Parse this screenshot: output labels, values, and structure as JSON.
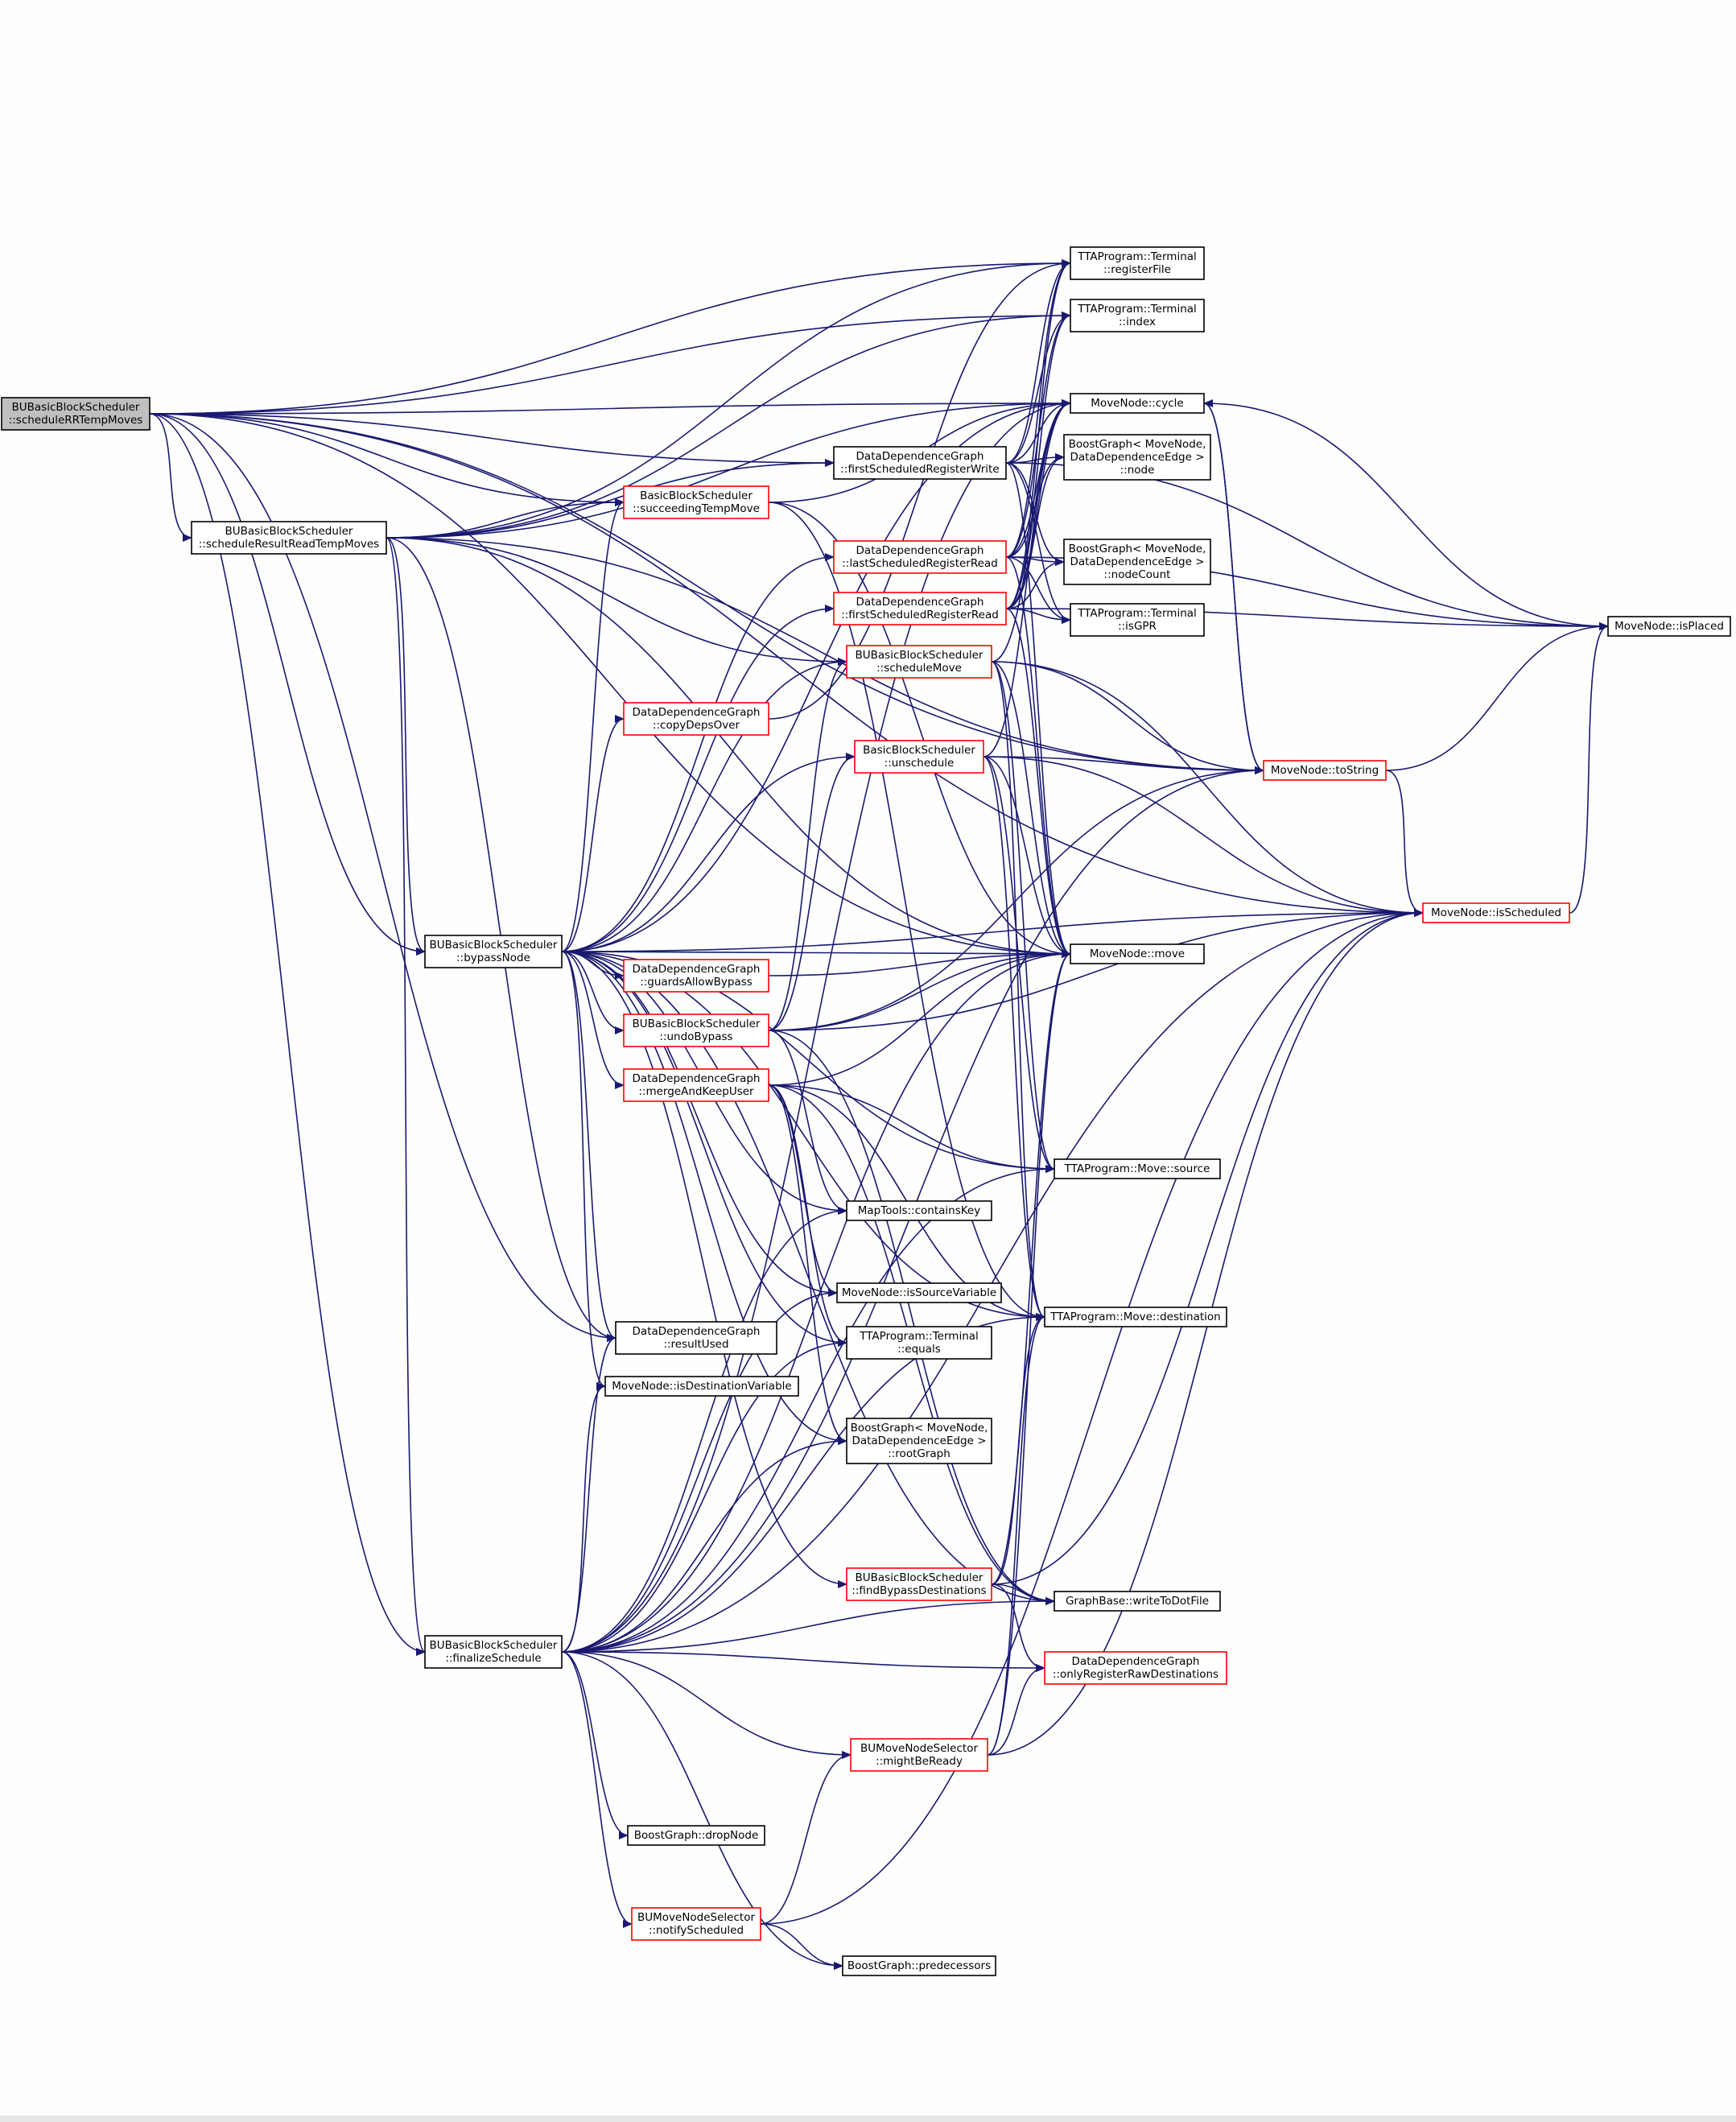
{
  "colors": {
    "background": "#fefefe",
    "edge": "#191970",
    "node_border_default": "#000000",
    "node_border_truncated": "#ff0000",
    "root_fill": "#bfbfbf",
    "node_fill": "#ffffff",
    "text": "#000000"
  },
  "nodes": [
    {
      "id": "root",
      "lines": [
        "BUBasicBlockScheduler",
        "::scheduleRRTempMoves"
      ],
      "style": "root"
    },
    {
      "id": "scheduleResultReadTempMoves",
      "lines": [
        "BUBasicBlockScheduler",
        "::scheduleResultReadTempMoves"
      ],
      "style": "black"
    },
    {
      "id": "bypassNode",
      "lines": [
        "BUBasicBlockScheduler",
        "::bypassNode"
      ],
      "style": "black"
    },
    {
      "id": "finalizeSchedule",
      "lines": [
        "BUBasicBlockScheduler",
        "::finalizeSchedule"
      ],
      "style": "black"
    },
    {
      "id": "succeedingTempMove",
      "lines": [
        "BasicBlockScheduler",
        "::succeedingTempMove"
      ],
      "style": "red"
    },
    {
      "id": "copyDepsOver",
      "lines": [
        "DataDependenceGraph",
        "::copyDepsOver"
      ],
      "style": "red"
    },
    {
      "id": "guardsAllowBypass",
      "lines": [
        "DataDependenceGraph",
        "::guardsAllowBypass"
      ],
      "style": "red"
    },
    {
      "id": "undoBypass",
      "lines": [
        "BUBasicBlockScheduler",
        "::undoBypass"
      ],
      "style": "red"
    },
    {
      "id": "mergeAndKeepUser",
      "lines": [
        "DataDependenceGraph",
        "::mergeAndKeepUser"
      ],
      "style": "red"
    },
    {
      "id": "resultUsed",
      "lines": [
        "DataDependenceGraph",
        "::resultUsed"
      ],
      "style": "black"
    },
    {
      "id": "isDestinationVariable",
      "lines": [
        "MoveNode::isDestinationVariable"
      ],
      "style": "black"
    },
    {
      "id": "dropNode",
      "lines": [
        "BoostGraph::dropNode"
      ],
      "style": "black"
    },
    {
      "id": "notifyScheduled",
      "lines": [
        "BUMoveNodeSelector",
        "::notifyScheduled"
      ],
      "style": "red"
    },
    {
      "id": "firstScheduledRegisterWrite",
      "lines": [
        "DataDependenceGraph",
        "::firstScheduledRegisterWrite"
      ],
      "style": "black"
    },
    {
      "id": "lastScheduledRegisterRead",
      "lines": [
        "DataDependenceGraph",
        "::lastScheduledRegisterRead"
      ],
      "style": "red"
    },
    {
      "id": "firstScheduledRegisterRead",
      "lines": [
        "DataDependenceGraph",
        "::firstScheduledRegisterRead"
      ],
      "style": "red"
    },
    {
      "id": "scheduleMove",
      "lines": [
        "BUBasicBlockScheduler",
        "::scheduleMove"
      ],
      "style": "red"
    },
    {
      "id": "unschedule",
      "lines": [
        "BasicBlockScheduler",
        "::unschedule"
      ],
      "style": "red"
    },
    {
      "id": "containsKey",
      "lines": [
        "MapTools::containsKey"
      ],
      "style": "black"
    },
    {
      "id": "isSourceVariable",
      "lines": [
        "MoveNode::isSourceVariable"
      ],
      "style": "black"
    },
    {
      "id": "equals",
      "lines": [
        "TTAProgram::Terminal",
        "::equals"
      ],
      "style": "black"
    },
    {
      "id": "rootGraph",
      "lines": [
        "BoostGraph< MoveNode,",
        "DataDependenceEdge >",
        "::rootGraph"
      ],
      "style": "black"
    },
    {
      "id": "findBypassDestinations",
      "lines": [
        "BUBasicBlockScheduler",
        "::findBypassDestinations"
      ],
      "style": "red"
    },
    {
      "id": "mightBeReady",
      "lines": [
        "BUMoveNodeSelector",
        "::mightBeReady"
      ],
      "style": "red"
    },
    {
      "id": "predecessors",
      "lines": [
        "BoostGraph::predecessors"
      ],
      "style": "black"
    },
    {
      "id": "registerFile",
      "lines": [
        "TTAProgram::Terminal",
        "::registerFile"
      ],
      "style": "black"
    },
    {
      "id": "index",
      "lines": [
        "TTAProgram::Terminal",
        "::index"
      ],
      "style": "black"
    },
    {
      "id": "cycle",
      "lines": [
        "MoveNode::cycle"
      ],
      "style": "black"
    },
    {
      "id": "node",
      "lines": [
        "BoostGraph< MoveNode,",
        "DataDependenceEdge >",
        "::node"
      ],
      "style": "black"
    },
    {
      "id": "nodeCount",
      "lines": [
        "BoostGraph< MoveNode,",
        "DataDependenceEdge >",
        "::nodeCount"
      ],
      "style": "black"
    },
    {
      "id": "isGPR",
      "lines": [
        "TTAProgram::Terminal",
        "::isGPR"
      ],
      "style": "black"
    },
    {
      "id": "move",
      "lines": [
        "MoveNode::move"
      ],
      "style": "black"
    },
    {
      "id": "source",
      "lines": [
        "TTAProgram::Move::source"
      ],
      "style": "black"
    },
    {
      "id": "destination",
      "lines": [
        "TTAProgram::Move::destination"
      ],
      "style": "black"
    },
    {
      "id": "writeToDotFile",
      "lines": [
        "GraphBase::writeToDotFile"
      ],
      "style": "black"
    },
    {
      "id": "onlyRegisterRawDestinations",
      "lines": [
        "DataDependenceGraph",
        "::onlyRegisterRawDestinations"
      ],
      "style": "red"
    },
    {
      "id": "toString",
      "lines": [
        "MoveNode::toString"
      ],
      "style": "red"
    },
    {
      "id": "isScheduled",
      "lines": [
        "MoveNode::isScheduled"
      ],
      "style": "red"
    },
    {
      "id": "isPlaced",
      "lines": [
        "MoveNode::isPlaced"
      ],
      "style": "black"
    }
  ],
  "edges": [
    [
      "root",
      "scheduleResultReadTempMoves"
    ],
    [
      "root",
      "bypassNode"
    ],
    [
      "root",
      "finalizeSchedule"
    ],
    [
      "root",
      "succeedingTempMove"
    ],
    [
      "root",
      "firstScheduledRegisterWrite"
    ],
    [
      "root",
      "resultUsed"
    ],
    [
      "root",
      "registerFile"
    ],
    [
      "root",
      "index"
    ],
    [
      "root",
      "cycle"
    ],
    [
      "root",
      "move"
    ],
    [
      "root",
      "toString"
    ],
    [
      "root",
      "isScheduled"
    ],
    [
      "scheduleResultReadTempMoves",
      "bypassNode"
    ],
    [
      "scheduleResultReadTempMoves",
      "finalizeSchedule"
    ],
    [
      "scheduleResultReadTempMoves",
      "succeedingTempMove"
    ],
    [
      "scheduleResultReadTempMoves",
      "firstScheduledRegisterWrite"
    ],
    [
      "scheduleResultReadTempMoves",
      "scheduleMove"
    ],
    [
      "scheduleResultReadTempMoves",
      "resultUsed"
    ],
    [
      "scheduleResultReadTempMoves",
      "registerFile"
    ],
    [
      "scheduleResultReadTempMoves",
      "index"
    ],
    [
      "scheduleResultReadTempMoves",
      "cycle"
    ],
    [
      "scheduleResultReadTempMoves",
      "move"
    ],
    [
      "scheduleResultReadTempMoves",
      "toString"
    ],
    [
      "bypassNode",
      "succeedingTempMove"
    ],
    [
      "bypassNode",
      "copyDepsOver"
    ],
    [
      "bypassNode",
      "guardsAllowBypass"
    ],
    [
      "bypassNode",
      "undoBypass"
    ],
    [
      "bypassNode",
      "mergeAndKeepUser"
    ],
    [
      "bypassNode",
      "resultUsed"
    ],
    [
      "bypassNode",
      "isDestinationVariable"
    ],
    [
      "bypassNode",
      "lastScheduledRegisterRead"
    ],
    [
      "bypassNode",
      "firstScheduledRegisterRead"
    ],
    [
      "bypassNode",
      "scheduleMove"
    ],
    [
      "bypassNode",
      "unschedule"
    ],
    [
      "bypassNode",
      "containsKey"
    ],
    [
      "bypassNode",
      "isSourceVariable"
    ],
    [
      "bypassNode",
      "equals"
    ],
    [
      "bypassNode",
      "rootGraph"
    ],
    [
      "bypassNode",
      "findBypassDestinations"
    ],
    [
      "bypassNode",
      "cycle"
    ],
    [
      "bypassNode",
      "move"
    ],
    [
      "bypassNode",
      "source"
    ],
    [
      "bypassNode",
      "destination"
    ],
    [
      "bypassNode",
      "writeToDotFile"
    ],
    [
      "bypassNode",
      "isScheduled"
    ],
    [
      "finalizeSchedule",
      "resultUsed"
    ],
    [
      "finalizeSchedule",
      "isDestinationVariable"
    ],
    [
      "finalizeSchedule",
      "dropNode"
    ],
    [
      "finalizeSchedule",
      "notifyScheduled"
    ],
    [
      "finalizeSchedule",
      "mightBeReady"
    ],
    [
      "finalizeSchedule",
      "predecessors"
    ],
    [
      "finalizeSchedule",
      "isSourceVariable"
    ],
    [
      "finalizeSchedule",
      "equals"
    ],
    [
      "finalizeSchedule",
      "rootGraph"
    ],
    [
      "finalizeSchedule",
      "containsKey"
    ],
    [
      "finalizeSchedule",
      "move"
    ],
    [
      "finalizeSchedule",
      "source"
    ],
    [
      "finalizeSchedule",
      "destination"
    ],
    [
      "finalizeSchedule",
      "writeToDotFile"
    ],
    [
      "finalizeSchedule",
      "onlyRegisterRawDestinations"
    ],
    [
      "finalizeSchedule",
      "isScheduled"
    ],
    [
      "finalizeSchedule",
      "toString"
    ],
    [
      "finalizeSchedule",
      "cycle"
    ],
    [
      "succeedingTempMove",
      "cycle"
    ],
    [
      "succeedingTempMove",
      "move"
    ],
    [
      "succeedingTempMove",
      "destination"
    ],
    [
      "copyDepsOver",
      "registerFile"
    ],
    [
      "guardsAllowBypass",
      "move"
    ],
    [
      "undoBypass",
      "unschedule"
    ],
    [
      "undoBypass",
      "scheduleMove"
    ],
    [
      "undoBypass",
      "containsKey"
    ],
    [
      "undoBypass",
      "move"
    ],
    [
      "undoBypass",
      "toString"
    ],
    [
      "undoBypass",
      "isScheduled"
    ],
    [
      "undoBypass",
      "writeToDotFile"
    ],
    [
      "mergeAndKeepUser",
      "isSourceVariable"
    ],
    [
      "mergeAndKeepUser",
      "equals"
    ],
    [
      "mergeAndKeepUser",
      "rootGraph"
    ],
    [
      "mergeAndKeepUser",
      "move"
    ],
    [
      "mergeAndKeepUser",
      "source"
    ],
    [
      "mergeAndKeepUser",
      "destination"
    ],
    [
      "mergeAndKeepUser",
      "writeToDotFile"
    ],
    [
      "firstScheduledRegisterWrite",
      "registerFile"
    ],
    [
      "firstScheduledRegisterWrite",
      "index"
    ],
    [
      "firstScheduledRegisterWrite",
      "cycle"
    ],
    [
      "firstScheduledRegisterWrite",
      "node"
    ],
    [
      "firstScheduledRegisterWrite",
      "nodeCount"
    ],
    [
      "firstScheduledRegisterWrite",
      "isGPR"
    ],
    [
      "firstScheduledRegisterWrite",
      "move"
    ],
    [
      "firstScheduledRegisterWrite",
      "isPlaced"
    ],
    [
      "lastScheduledRegisterRead",
      "registerFile"
    ],
    [
      "lastScheduledRegisterRead",
      "index"
    ],
    [
      "lastScheduledRegisterRead",
      "cycle"
    ],
    [
      "lastScheduledRegisterRead",
      "node"
    ],
    [
      "lastScheduledRegisterRead",
      "nodeCount"
    ],
    [
      "lastScheduledRegisterRead",
      "isGPR"
    ],
    [
      "lastScheduledRegisterRead",
      "move"
    ],
    [
      "lastScheduledRegisterRead",
      "isPlaced"
    ],
    [
      "firstScheduledRegisterRead",
      "registerFile"
    ],
    [
      "firstScheduledRegisterRead",
      "index"
    ],
    [
      "firstScheduledRegisterRead",
      "cycle"
    ],
    [
      "firstScheduledRegisterRead",
      "node"
    ],
    [
      "firstScheduledRegisterRead",
      "nodeCount"
    ],
    [
      "firstScheduledRegisterRead",
      "isGPR"
    ],
    [
      "firstScheduledRegisterRead",
      "move"
    ],
    [
      "firstScheduledRegisterRead",
      "isPlaced"
    ],
    [
      "scheduleMove",
      "cycle"
    ],
    [
      "scheduleMove",
      "move"
    ],
    [
      "scheduleMove",
      "toString"
    ],
    [
      "scheduleMove",
      "isScheduled"
    ],
    [
      "scheduleMove",
      "source"
    ],
    [
      "scheduleMove",
      "destination"
    ],
    [
      "unschedule",
      "cycle"
    ],
    [
      "unschedule",
      "move"
    ],
    [
      "unschedule",
      "toString"
    ],
    [
      "unschedule",
      "isScheduled"
    ],
    [
      "unschedule",
      "source"
    ],
    [
      "unschedule",
      "destination"
    ],
    [
      "findBypassDestinations",
      "move"
    ],
    [
      "findBypassDestinations",
      "destination"
    ],
    [
      "findBypassDestinations",
      "writeToDotFile"
    ],
    [
      "findBypassDestinations",
      "onlyRegisterRawDestinations"
    ],
    [
      "findBypassDestinations",
      "isScheduled"
    ],
    [
      "mightBeReady",
      "move"
    ],
    [
      "mightBeReady",
      "destination"
    ],
    [
      "mightBeReady",
      "onlyRegisterRawDestinations"
    ],
    [
      "mightBeReady",
      "isScheduled"
    ],
    [
      "notifyScheduled",
      "predecessors"
    ],
    [
      "notifyScheduled",
      "mightBeReady"
    ],
    [
      "notifyScheduled",
      "isScheduled"
    ],
    [
      "cycle",
      "toString"
    ],
    [
      "cycle",
      "isPlaced"
    ],
    [
      "toString",
      "cycle"
    ],
    [
      "toString",
      "isScheduled"
    ],
    [
      "toString",
      "isPlaced"
    ],
    [
      "isScheduled",
      "isPlaced"
    ]
  ]
}
